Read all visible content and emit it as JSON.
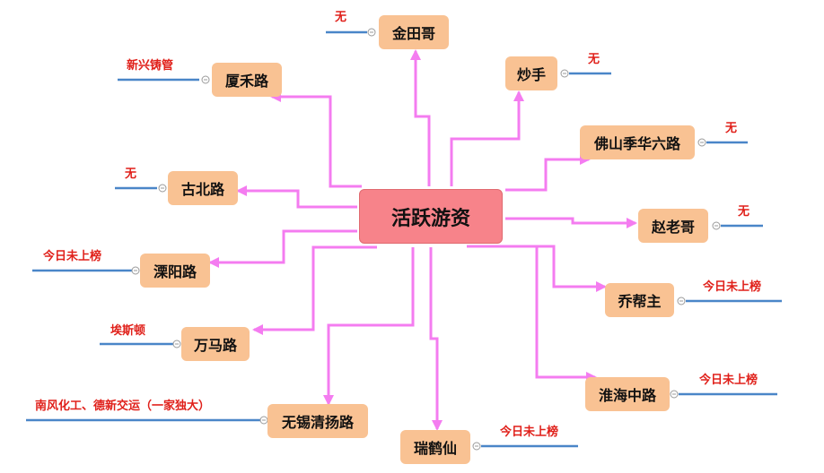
{
  "center": {
    "label": "活跃游资"
  },
  "branches": [
    {
      "id": "jintiange",
      "label": "金田哥",
      "note": "无"
    },
    {
      "id": "chaoshou",
      "label": "炒手",
      "note": "无"
    },
    {
      "id": "foshan",
      "label": "佛山季华六路",
      "note": "无"
    },
    {
      "id": "zhaolaoge",
      "label": "赵老哥",
      "note": "无"
    },
    {
      "id": "qiaobangzhu",
      "label": "乔帮主",
      "note": "今日未上榜"
    },
    {
      "id": "huaihai",
      "label": "淮海中路",
      "note": "今日未上榜"
    },
    {
      "id": "ruihexian",
      "label": "瑞鹤仙",
      "note": "今日未上榜"
    },
    {
      "id": "wuxi",
      "label": "无锡清扬路",
      "note": "南风化工、德新交运（一家独大）"
    },
    {
      "id": "wanma",
      "label": "万马路",
      "note": "埃斯顿"
    },
    {
      "id": "liyang",
      "label": "溧阳路",
      "note": "今日未上榜"
    },
    {
      "id": "gubei",
      "label": "古北路",
      "note": "无"
    },
    {
      "id": "xiahe",
      "label": "厦禾路",
      "note": "新兴铸管"
    }
  ],
  "colors": {
    "center_fill": "#f7838a",
    "node_fill": "#f9c293",
    "connector": "#f47cf0",
    "note_text": "#e0201a",
    "note_line": "#4a86c8"
  }
}
